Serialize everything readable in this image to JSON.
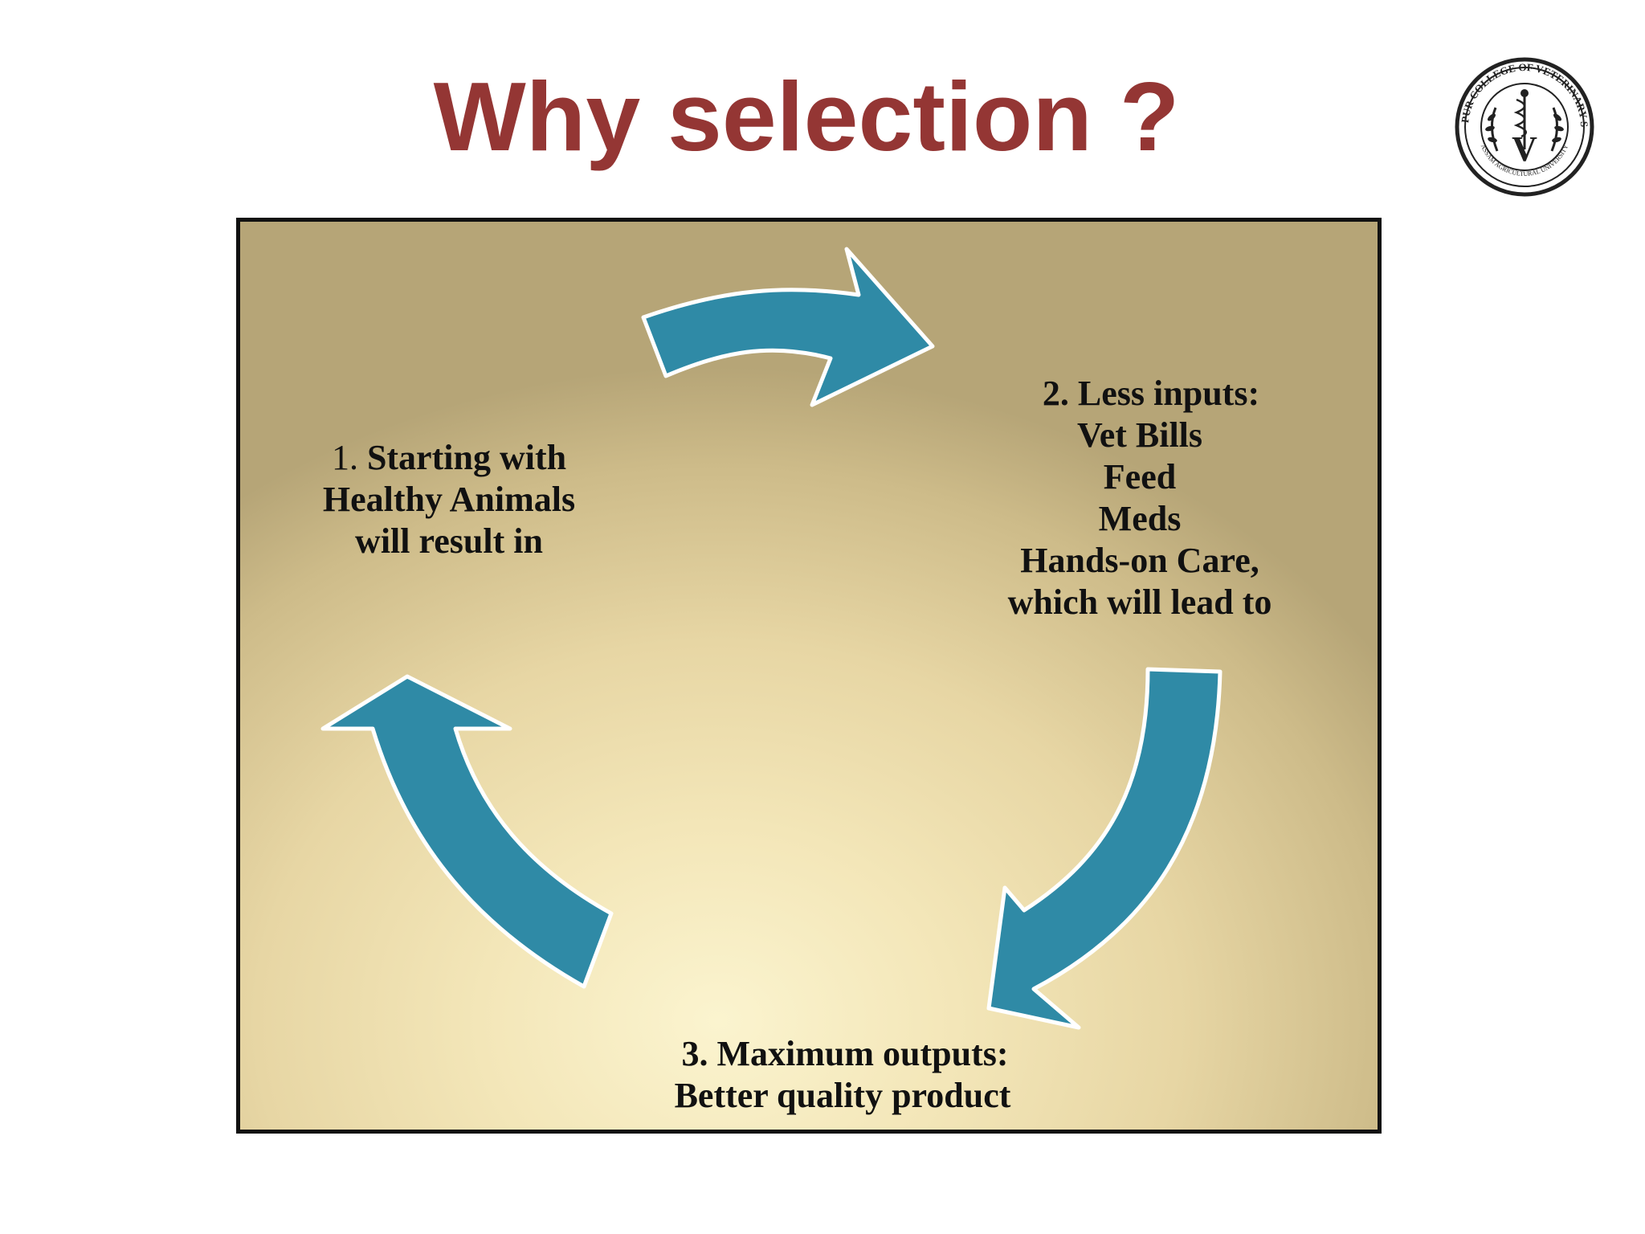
{
  "slide": {
    "title": "Why selection ?",
    "logo": {
      "icon": "college-seal-icon",
      "text_top": "LAKHIMPUR COLLEGE OF VETERINARY SCIENCE",
      "text_bottom": "ASSAM AGRICULTURAL UNIVERSITY",
      "monogram": "V"
    }
  },
  "cycle": {
    "arrow_color": "#2f8aa6",
    "arrow_outline": "#ffffff",
    "steps": [
      {
        "number": "1.",
        "lines": [
          "Starting with",
          "Healthy Animals",
          "will result in"
        ]
      },
      {
        "lines": [
          "2. Less inputs:",
          "Vet Bills",
          "Feed",
          "Meds",
          "Hands-on Care,",
          "which will lead to"
        ]
      },
      {
        "lines": [
          "3. Maximum outputs:",
          "Better quality product"
        ]
      }
    ]
  }
}
